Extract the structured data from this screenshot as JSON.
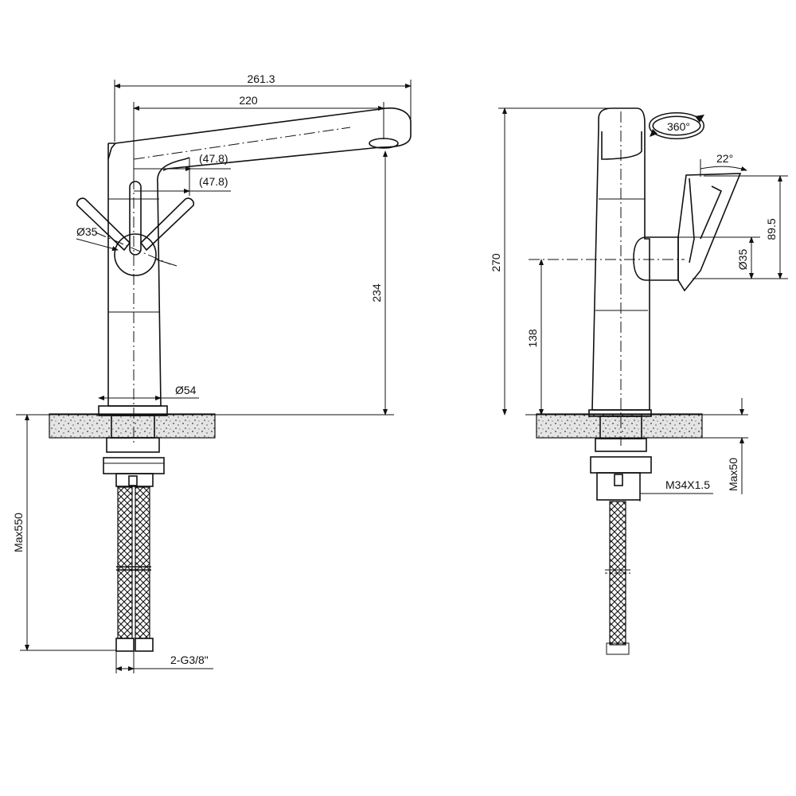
{
  "front_view": {
    "dim_overall_length": "261.3",
    "dim_spout_reach": "220",
    "dim_handle_offset_1": "(47.8)",
    "dim_handle_offset_2": "(47.8)",
    "dim_handle_diameter": "Ø35",
    "dim_spout_height": "234",
    "dim_base_diameter": "Ø54",
    "dim_max_hose": "Max550",
    "dim_hose_thread": "2-G3/8\""
  },
  "side_view": {
    "dim_total_height": "270",
    "dim_rotation": "360°",
    "dim_angle": "22°",
    "dim_handle_height": "89.5",
    "dim_handle_diameter": "Ø35",
    "dim_handle_axis_height": "138",
    "dim_max_counter": "Max50",
    "dim_thread": "M34X1.5"
  }
}
